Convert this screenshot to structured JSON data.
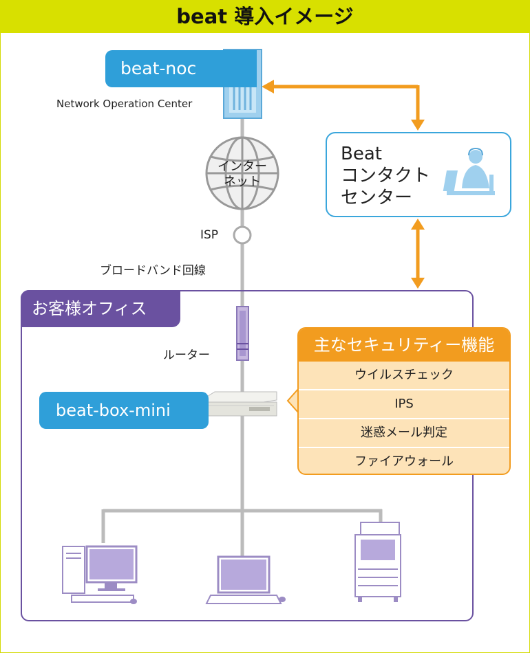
{
  "header": {
    "title": "beat 導入イメージ"
  },
  "noc": {
    "label": "beat-noc",
    "subtitle": "Network Operation Center"
  },
  "internet": {
    "line1": "インター",
    "line2": "ネット"
  },
  "isp": {
    "label": "ISP"
  },
  "broadband": {
    "label": "ブロードバンド回線"
  },
  "contact": {
    "line1": "Beat",
    "line2": "コンタクト",
    "line3": "センター"
  },
  "office": {
    "label": "お客様オフィス"
  },
  "router": {
    "label": "ルーター"
  },
  "box": {
    "label": "beat-box-mini"
  },
  "security": {
    "title": "主なセキュリティー機能",
    "items": [
      "ウイルスチェック",
      "IPS",
      "迷惑メール判定",
      "ファイアウォール"
    ]
  },
  "colors": {
    "title_bar": "#d8e000",
    "blue": "#2f9fd9",
    "purple": "#6a51a0",
    "orange": "#f29c1f",
    "light_orange": "#fde3b8"
  }
}
